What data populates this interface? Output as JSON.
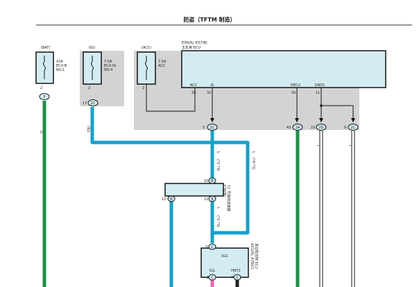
{
  "title": "防盗（TFTM 制造）",
  "power_sources": {
    "bat": "(BAT)",
    "ig": "(IG)",
    "acc": "(ACC)"
  },
  "fuses": {
    "f1": {
      "amp": "10A",
      "name": "ECU-B",
      "no": "NO.1",
      "pin": "2",
      "conn": "F"
    },
    "f2": {
      "amp": "7.5A",
      "name": "ECU-IG",
      "no": "NO.4",
      "pin": "2",
      "conn_pin": "17",
      "conn": "2C"
    },
    "f3": {
      "amp": "7.5A",
      "name": "ACC",
      "pin": "2"
    }
  },
  "main_ecu": {
    "code": "E36(A), E37(B)",
    "name": "主车身 ECU",
    "pins": [
      {
        "label": "ACC",
        "num": "29"
      },
      {
        "label": "IG",
        "num": "32"
      },
      {
        "label": "HECU",
        "num": "30"
      },
      {
        "label": "GND1",
        "num": "11"
      }
    ]
  },
  "connectors": {
    "c_ig": {
      "pin": "5",
      "id": "2C"
    },
    "c_hecu": {
      "pin": "43",
      "id": "2A"
    },
    "c_gnd_a": {
      "pin": "10",
      "id": "2D"
    },
    "c_gnd_b": {
      "pin": "9",
      "id": "2C"
    }
  },
  "wire_labels": {
    "w_green": "G",
    "w_ig": "L",
    "w_ig_note": "(*1)",
    "w_j1": "L",
    "w_j1_note": "(*2 *3)",
    "w_j2": "L",
    "w_j2_note": "(*4 *3)",
    "w_j3": "L",
    "w_j3_note": "(*2 *3)",
    "gnd_a": "I",
    "gnd_b": "I"
  },
  "junction": {
    "code": "E36(B)",
    "name": "11 号接线连接器",
    "pin_top_l": "10",
    "pin_top_r": "B",
    "pin_bot_l": "12",
    "pin_bot_l_id": "B",
    "pin_bot_r": "11",
    "pin_bot_r_id": "B"
  },
  "engine_ecu": {
    "code": "A31(A), A78(C)",
    "name": "发动机控制 ECU",
    "top_pin": "3",
    "top_id": "C",
    "pin1_label": "IG1",
    "pin2_label": "HNT1",
    "pin1_num": "2",
    "pin1_id": "C",
    "pin2_num": "7",
    "pin2_id": "C"
  },
  "colors": {
    "wire_green": "#1f8f4a",
    "wire_blue": "#19a0c9",
    "wire_pink": "#e76bb4",
    "wire_black": "#222222",
    "box_fill": "#d3ecf2",
    "gray_region": "#d3d3d3"
  }
}
